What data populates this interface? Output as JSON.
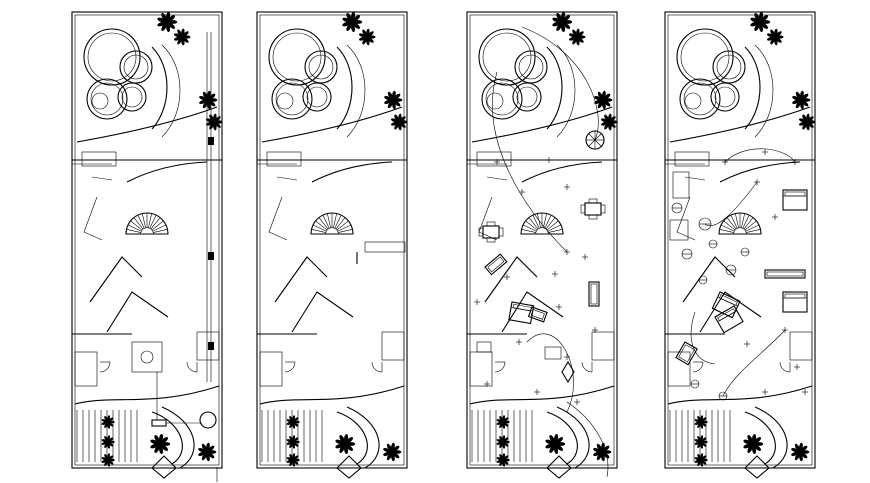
{
  "drawing": {
    "background": "#ffffff",
    "line_color": "#000000",
    "sheets": [
      {
        "id": "plan-1",
        "variant": "installations"
      },
      {
        "id": "plan-2",
        "variant": "walls"
      },
      {
        "id": "plan-3",
        "variant": "furniture-electrical"
      },
      {
        "id": "plan-4",
        "variant": "furniture-lighting"
      }
    ]
  }
}
